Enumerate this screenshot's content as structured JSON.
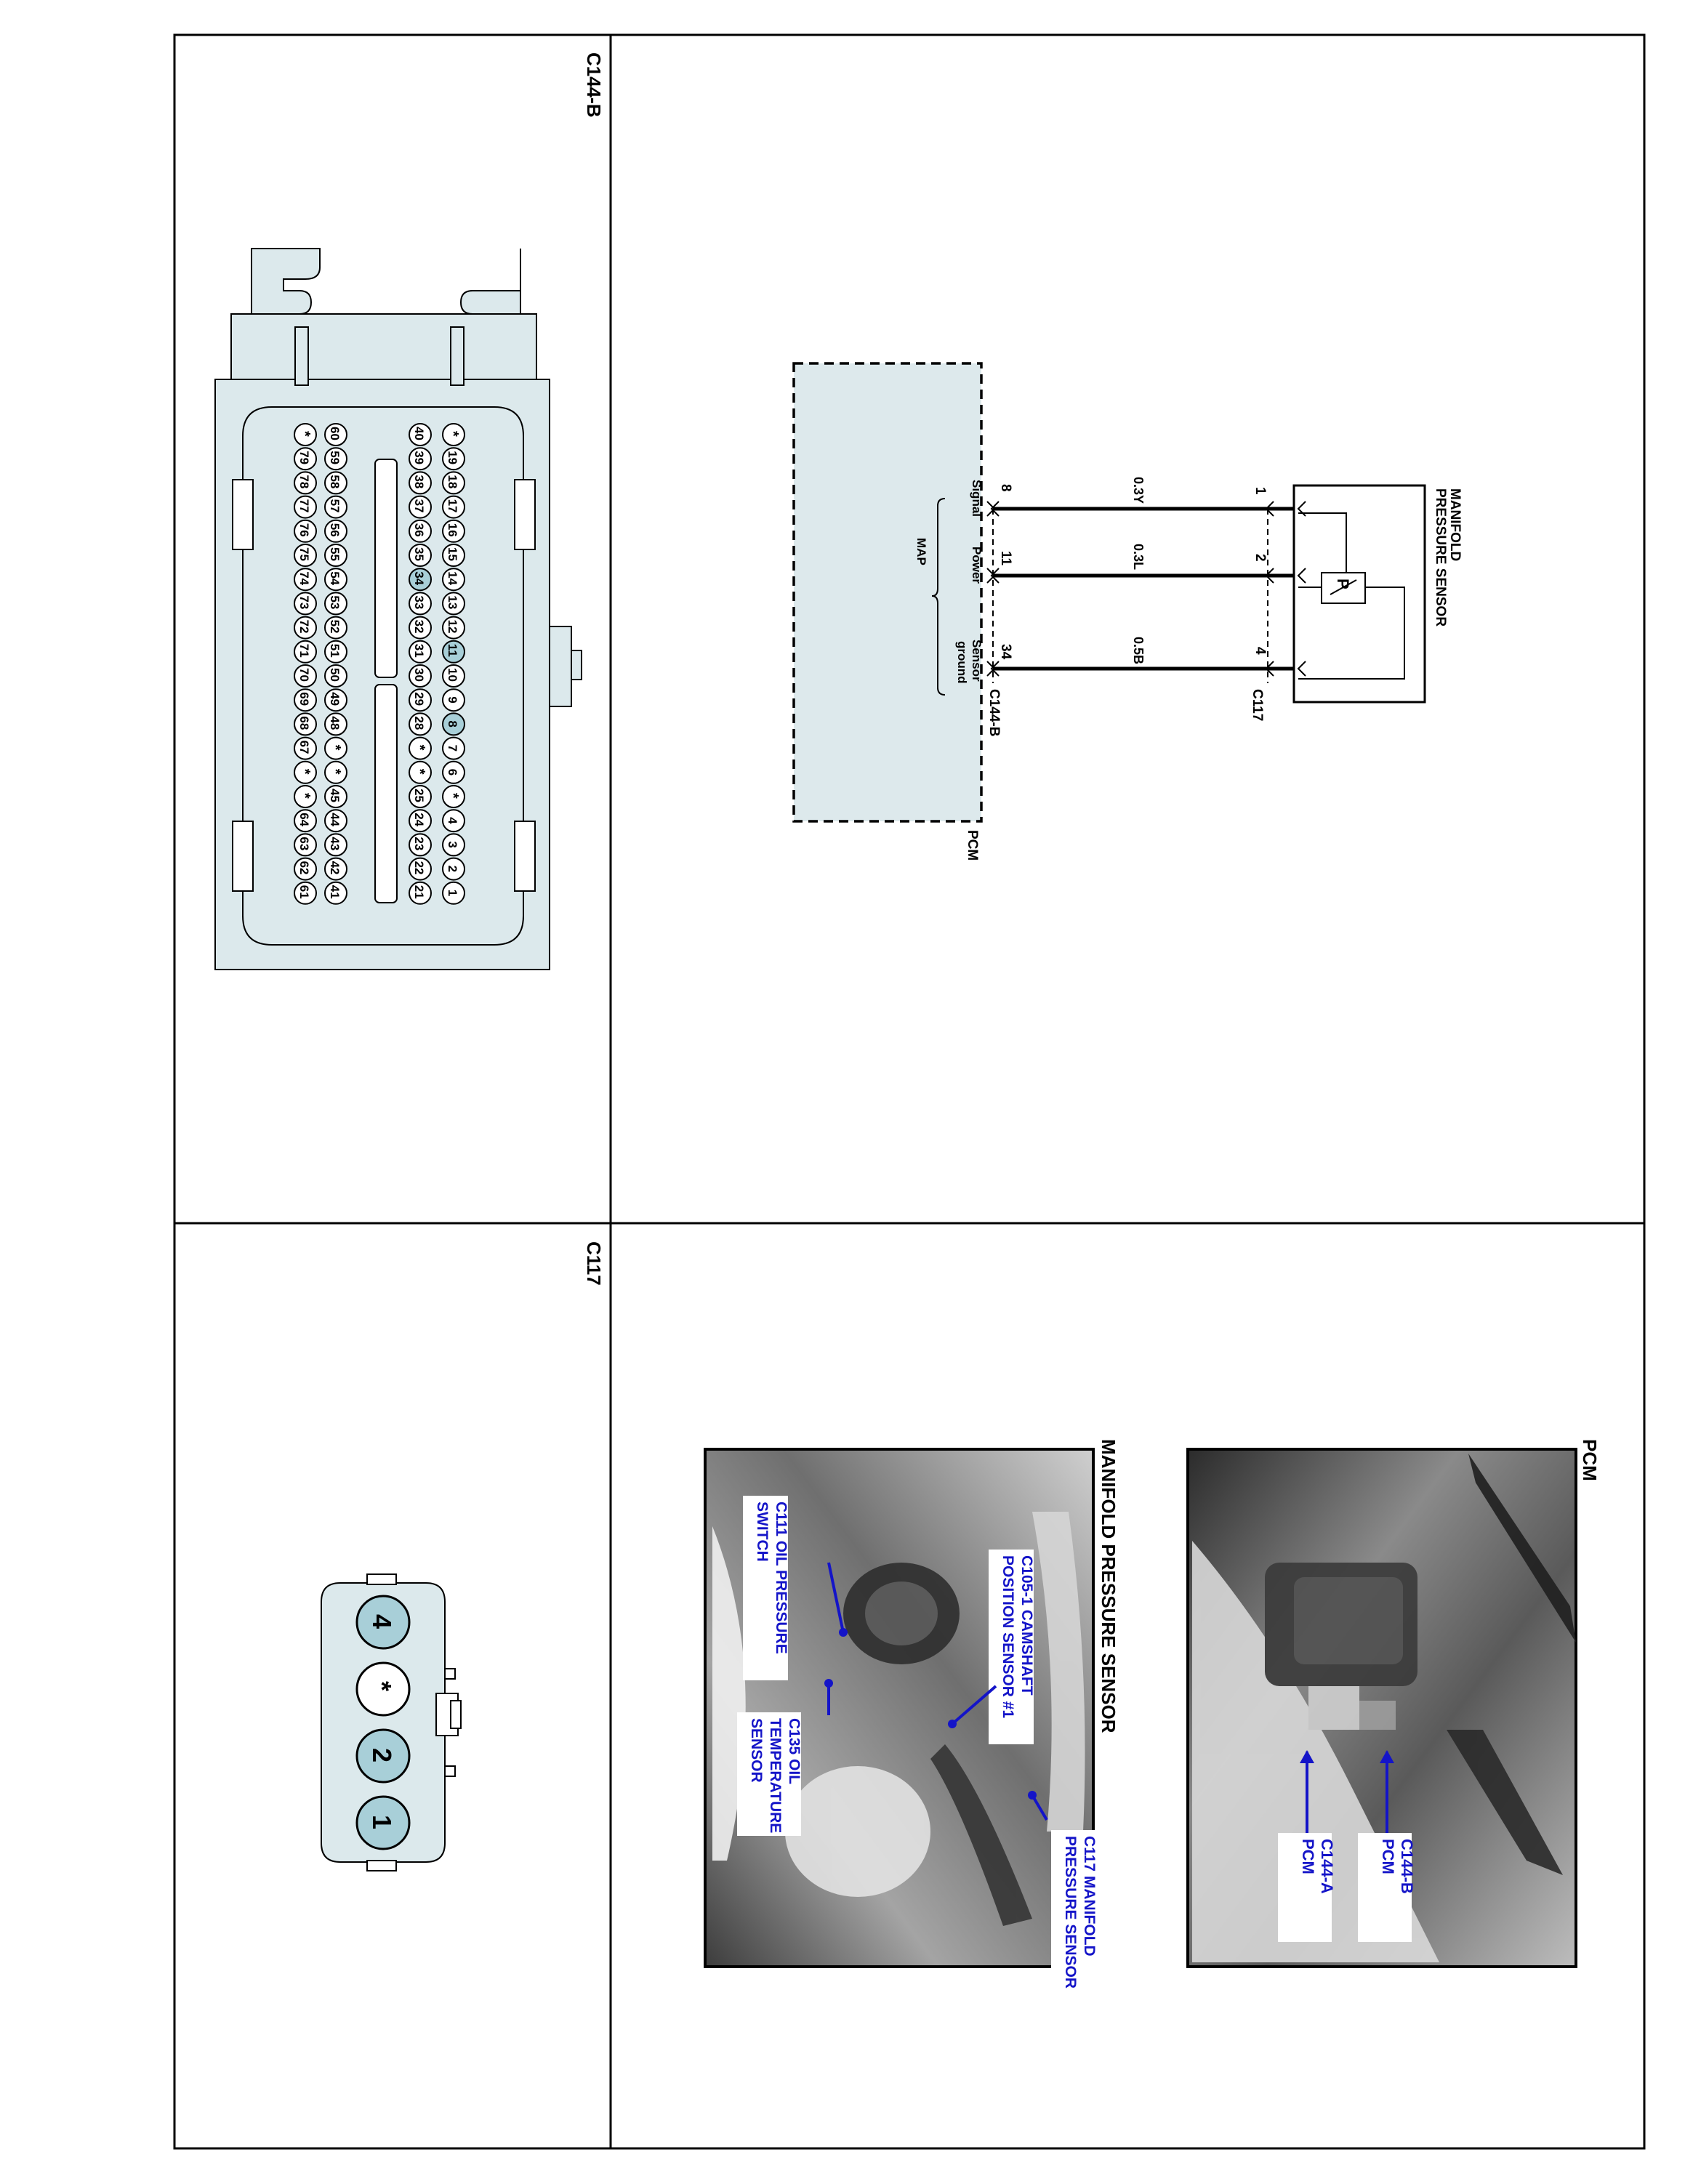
{
  "connector_c144b": {
    "title": "C144-B",
    "pin_rows": [
      [
        "*",
        "19",
        "18",
        "17",
        "16",
        "15",
        "14",
        "13",
        "12",
        "11",
        "10",
        "9",
        "8",
        "7",
        "6",
        "*",
        "4",
        "3",
        "2",
        "1"
      ],
      [
        "40",
        "39",
        "38",
        "37",
        "36",
        "35",
        "34",
        "33",
        "32",
        "31",
        "30",
        "29",
        "28",
        "*",
        "*",
        "25",
        "24",
        "23",
        "22",
        "21"
      ],
      [
        "60",
        "59",
        "58",
        "57",
        "56",
        "55",
        "54",
        "53",
        "52",
        "51",
        "50",
        "49",
        "48",
        "*",
        "*",
        "45",
        "44",
        "43",
        "42",
        "41"
      ],
      [
        "*",
        "79",
        "78",
        "77",
        "76",
        "75",
        "74",
        "73",
        "72",
        "71",
        "70",
        "69",
        "68",
        "67",
        "*",
        "*",
        "64",
        "63",
        "62",
        "61"
      ]
    ],
    "highlighted_pins": [
      "8",
      "11",
      "34"
    ]
  },
  "connector_c117": {
    "title": "C117",
    "pins": [
      "4",
      "*",
      "2",
      "1"
    ],
    "highlighted_pins": [
      "4",
      "2",
      "1"
    ]
  },
  "schematic": {
    "sensor_label_line1": "MANIFOLD",
    "sensor_label_line2": "PRESSURE SENSOR",
    "sensor_symbol": "P",
    "sensor_connector": "C117",
    "pcm_connector": "C144-B",
    "pcm_label": "PCM",
    "module_function": "MAP",
    "wires": [
      {
        "sensor_pin": "1",
        "pcm_pin": "8",
        "color": "0.3Y",
        "signal_line1": "Signal",
        "signal_line2": ""
      },
      {
        "sensor_pin": "2",
        "pcm_pin": "11",
        "color": "0.3L",
        "signal_line1": "Power",
        "signal_line2": ""
      },
      {
        "sensor_pin": "4",
        "pcm_pin": "34",
        "color": "0.5B",
        "signal_line1": "Sensor",
        "signal_line2": "ground"
      }
    ]
  },
  "photo_pcm": {
    "title": "PCM",
    "callouts": [
      {
        "line1": "C144-B",
        "line2": "PCM"
      },
      {
        "line1": "C144-A",
        "line2": "PCM"
      }
    ]
  },
  "photo_map": {
    "title": "MANIFOLD PRESSURE SENSOR",
    "callouts": [
      {
        "line1": "C117 MANIFOLD",
        "line2": "PRESSURE SENSOR"
      },
      {
        "line1": "C105-1 CAMSHAFT",
        "line2": "POSITION SENSOR #1"
      },
      {
        "line1": "C111 OIL PRESSURE",
        "line2": "SWITCH"
      },
      {
        "line1": "C135 OIL",
        "line2": "TEMPERATURE",
        "line3": "SENSOR"
      }
    ]
  },
  "colors": {
    "connector_fill": "#dce9ec",
    "pin_highlight": "#a8cfd8",
    "pcm_fill": "#dde9ec",
    "callout_text": "#1414c8"
  }
}
